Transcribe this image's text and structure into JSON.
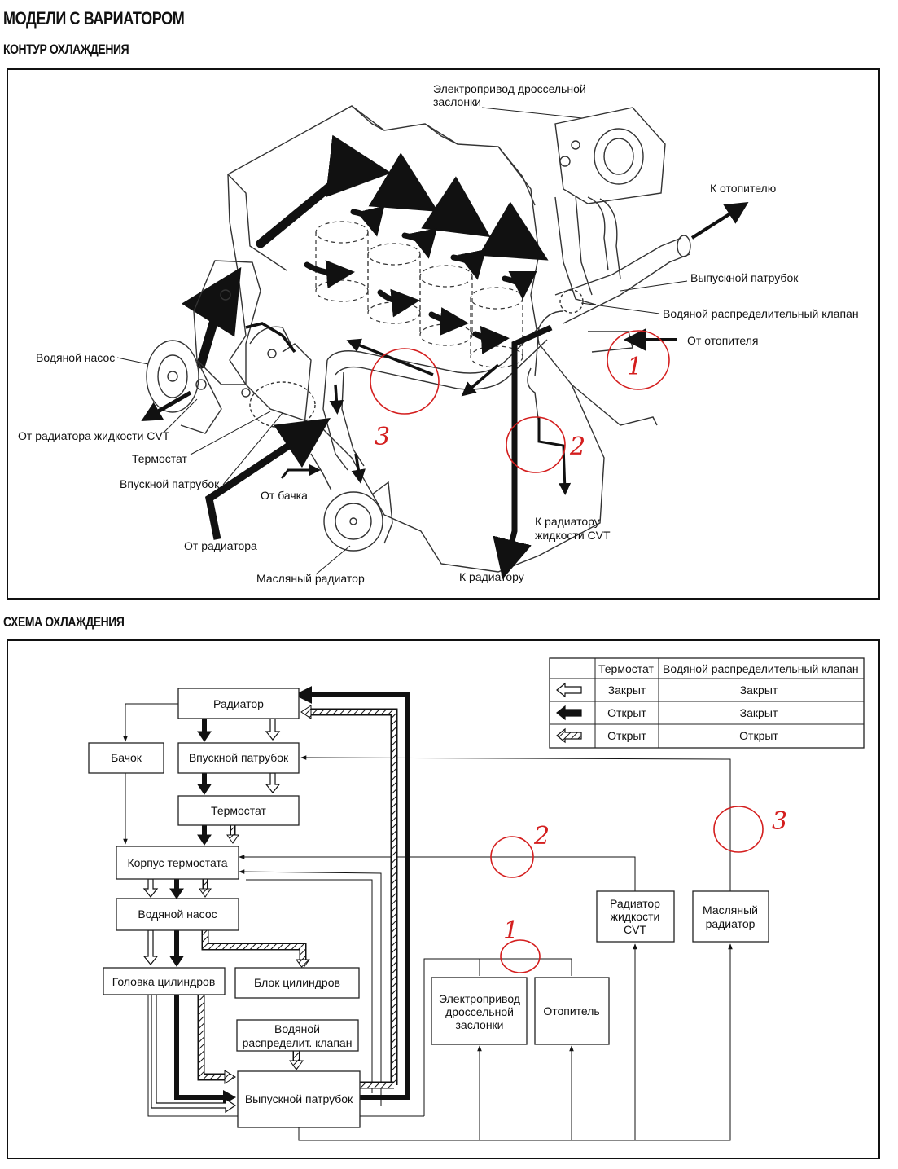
{
  "titles": {
    "main": "МОДЕЛИ С ВАРИАТОРОМ",
    "contour": "КОНТУР ОХЛАЖДЕНИЯ",
    "scheme": "СХЕМА ОХЛАЖДЕНИЯ"
  },
  "engine_labels": {
    "throttle_line1": "Электропривод дроссельной",
    "throttle_line2": "заслонки",
    "to_heater": "К отопителю",
    "outlet_pipe": "Выпускной патрубок",
    "water_valve": "Водяной распределительный клапан",
    "from_heater": "От отопителя",
    "water_pump": "Водяной насос",
    "from_cvt_radiator": "От радиатора жидкости CVT",
    "thermostat": "Термостат",
    "inlet_pipe": "Впускной патрубок",
    "from_tank": "От бачка",
    "from_radiator": "От радиатора",
    "oil_cooler": "Масляный радиатор",
    "to_radiator": "К радиатору",
    "to_cvt_line1": "К радиатору",
    "to_cvt_line2": "жидкости CVT"
  },
  "annotations": {
    "top": [
      "1",
      "2",
      "3"
    ],
    "bottom": [
      "1",
      "2",
      "3"
    ],
    "color": "#d41e1e"
  },
  "legend": {
    "header_thermostat": "Термостат",
    "header_valve": "Водяной распределительный клапан",
    "rows": [
      {
        "arrow": "hollow-arrow",
        "thermostat": "Закрыт",
        "valve": "Закрыт"
      },
      {
        "arrow": "solid-arrow",
        "thermostat": "Открыт",
        "valve": "Закрыт"
      },
      {
        "arrow": "hatched-arrow",
        "thermostat": "Открыт",
        "valve": "Открыт"
      }
    ]
  },
  "scheme": {
    "radiator": "Радиатор",
    "tank": "Бачок",
    "inlet_pipe": "Впускной патрубок",
    "thermostat": "Термостат",
    "thermostat_housing": "Корпус термостата",
    "water_pump": "Водяной насос",
    "cylinder_head": "Головка цилиндров",
    "cylinder_block": "Блок цилиндров",
    "valve_line1": "Водяной",
    "valve_line2": "распределит. клапан",
    "outlet_pipe": "Выпускной патрубок",
    "throttle_line1": "Электропривод",
    "throttle_line2": "дроссельной",
    "throttle_line3": "заслонки",
    "heater": "Отопитель",
    "cvt_line1": "Радиатор",
    "cvt_line2": "жидкости",
    "cvt_line3": "CVT",
    "oil_line1": "Масляный",
    "oil_line2": "радиатор"
  }
}
